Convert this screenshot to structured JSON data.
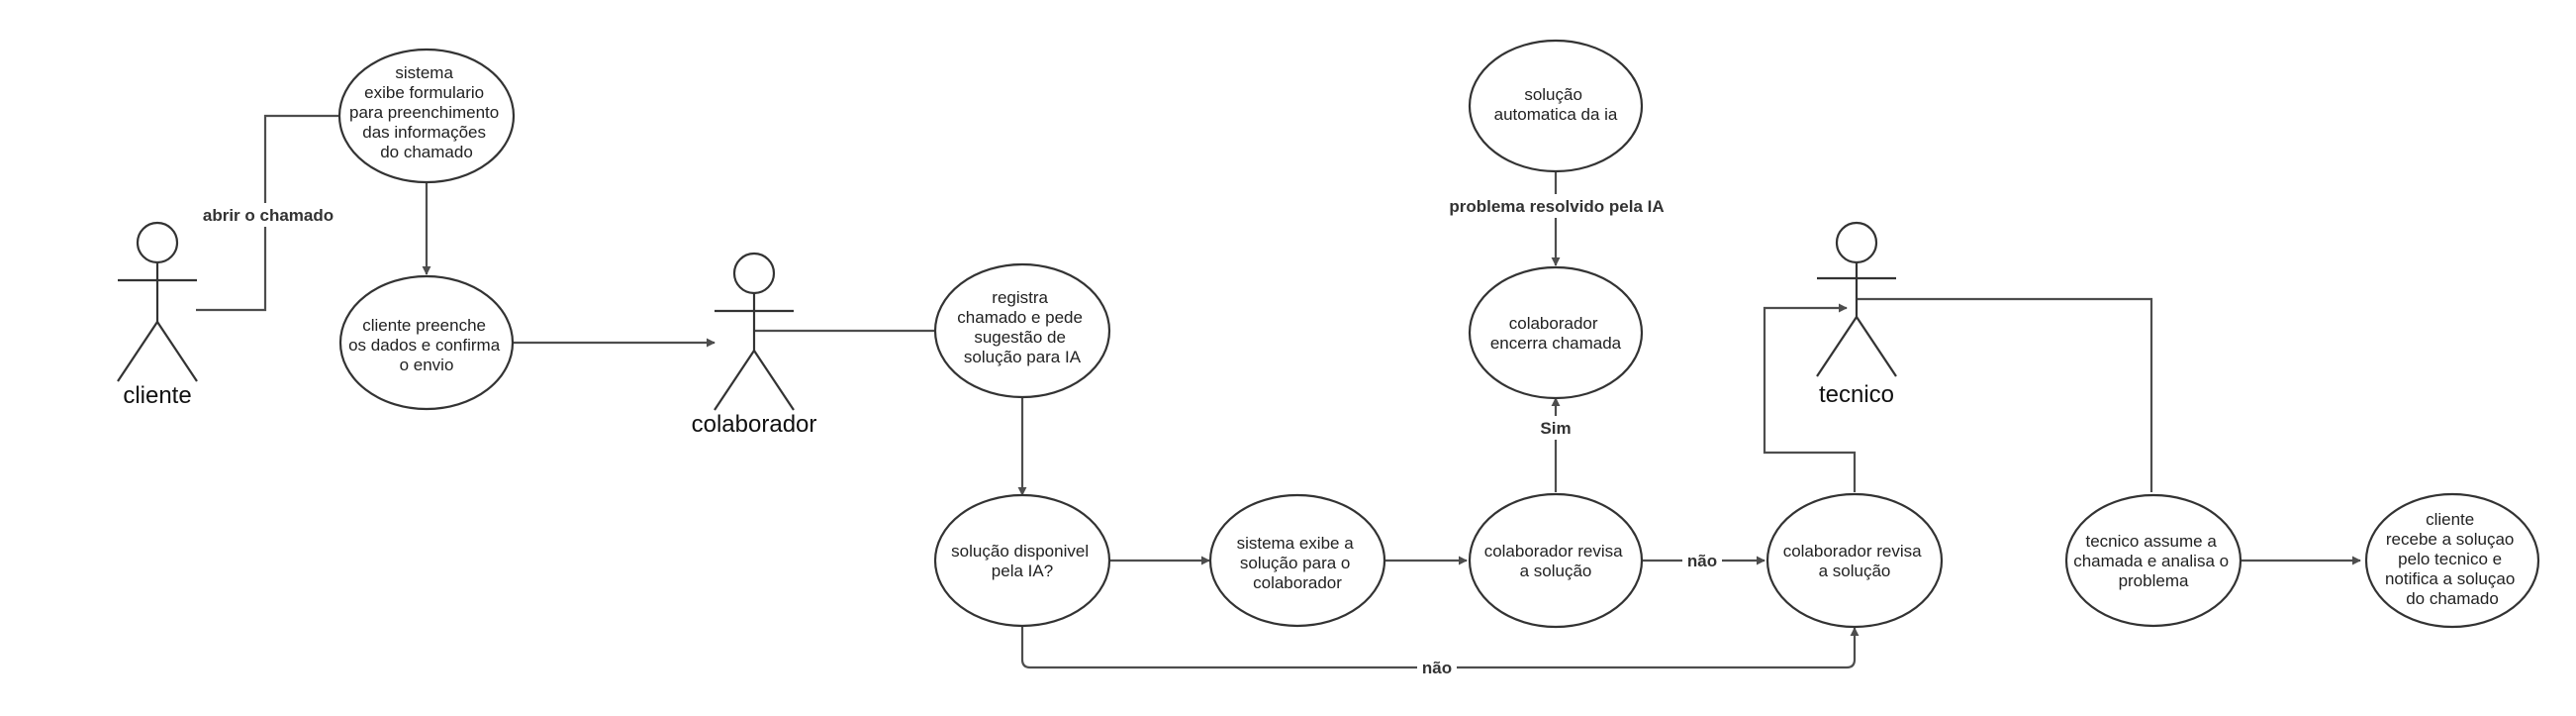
{
  "diagram": {
    "nodes": {
      "sistema_formulario": [
        "sistema",
        "exibe formulario",
        "para preenchimento",
        "das informações",
        "do chamado"
      ],
      "cliente_preenche": [
        "cliente preenche",
        "os dados e confirma",
        "o envio"
      ],
      "registra_chamado": [
        "registra",
        "chamado e pede",
        "sugestão de",
        "solução para IA"
      ],
      "solucao_disponivel": [
        "solução disponivel",
        "pela IA?"
      ],
      "sistema_exibe": [
        "sistema exibe a",
        "solução para o",
        "colaborador"
      ],
      "colab_revisa_1": [
        "colaborador revisa",
        "a solução"
      ],
      "colab_revisa_2": [
        "colaborador revisa",
        "a solução"
      ],
      "solucao_automatica": [
        "solução",
        "automatica da ia"
      ],
      "colab_encerra": [
        "colaborador",
        "encerra chamada"
      ],
      "tecnico_assume": [
        "tecnico assume a",
        "chamada e analisa o",
        "problema"
      ],
      "cliente_recebe": [
        "cliente",
        "recebe a soluçao",
        "pelo tecnico e",
        "notifica a soluçao",
        "do chamado"
      ]
    },
    "actors": {
      "cliente": "cliente",
      "colaborador": "colaborador",
      "tecnico": "tecnico"
    },
    "edge_labels": {
      "abrir_chamado": "abrir o chamado",
      "problema_resolvido": "problema resolvido pela IA",
      "sim": "Sim",
      "nao_1": "não",
      "nao_2": "não"
    },
    "colors": {
      "stroke": "#333333",
      "connector": "#4d4d4d",
      "text": "#222222"
    }
  }
}
